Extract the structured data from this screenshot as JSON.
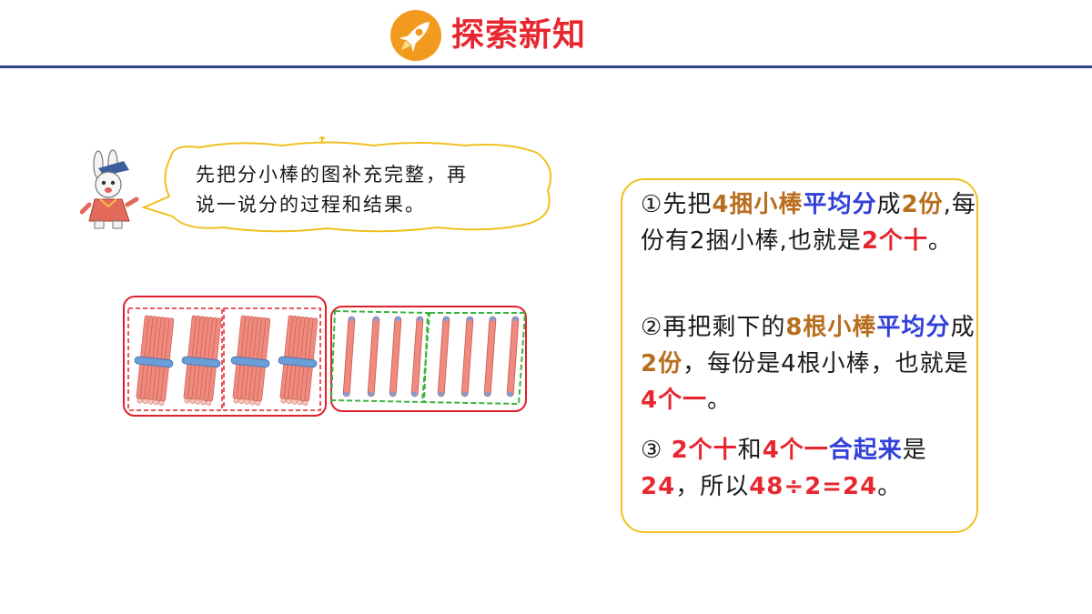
{
  "header": {
    "title": "探索新知"
  },
  "speech_bubble": {
    "line1": "先把分小棒的图补充完整，再",
    "line2": "说一说分的过程和结果。"
  },
  "steps": [
    {
      "marker": "①",
      "segments": [
        {
          "text": "先把",
          "color": "black"
        },
        {
          "text": "4捆",
          "color": "orange"
        },
        {
          "text": "小棒",
          "color": "orange"
        },
        {
          "text": "平均分",
          "color": "blue"
        },
        {
          "text": "成",
          "color": "black"
        },
        {
          "text": "2份",
          "color": "orange"
        },
        {
          "text": ",每份有2捆小棒,",
          "color": "black"
        },
        {
          "text": "也就是",
          "color": "black"
        },
        {
          "text": "2个十",
          "color": "red"
        },
        {
          "text": "。",
          "color": "black"
        }
      ]
    },
    {
      "marker": "②",
      "segments": [
        {
          "text": "再把剩下的",
          "color": "black"
        },
        {
          "text": "8根小棒",
          "color": "orange"
        },
        {
          "text": "平均分",
          "color": "blue"
        },
        {
          "text": "成",
          "color": "black"
        },
        {
          "text": "2份",
          "color": "orange"
        },
        {
          "text": "，每份是4根小棒，也就是",
          "color": "black"
        },
        {
          "text": "4个一",
          "color": "red"
        },
        {
          "text": "。",
          "color": "black"
        }
      ]
    },
    {
      "marker": "③",
      "segments": [
        {
          "text": " ",
          "color": "black"
        },
        {
          "text": "2个十",
          "color": "red"
        },
        {
          "text": "和",
          "color": "black"
        },
        {
          "text": "4个一",
          "color": "red"
        },
        {
          "text": "合起来",
          "color": "blue"
        },
        {
          "text": "是",
          "color": "black"
        },
        {
          "text": "24",
          "color": "red"
        },
        {
          "text": "，所以",
          "color": "black"
        },
        {
          "text": "48÷2=24",
          "color": "red"
        },
        {
          "text": "。",
          "color": "black"
        }
      ]
    }
  ],
  "colors": {
    "title": "#e8262f",
    "header_line": "#2e4a86",
    "box_border": "#f0c020",
    "red_frame": "#e0202a",
    "green_frame": "#3cb43c",
    "stick": "#f08a7e",
    "band": "#6a9ed8"
  },
  "sticks": {
    "bundles": 4,
    "single_sticks": 8
  }
}
